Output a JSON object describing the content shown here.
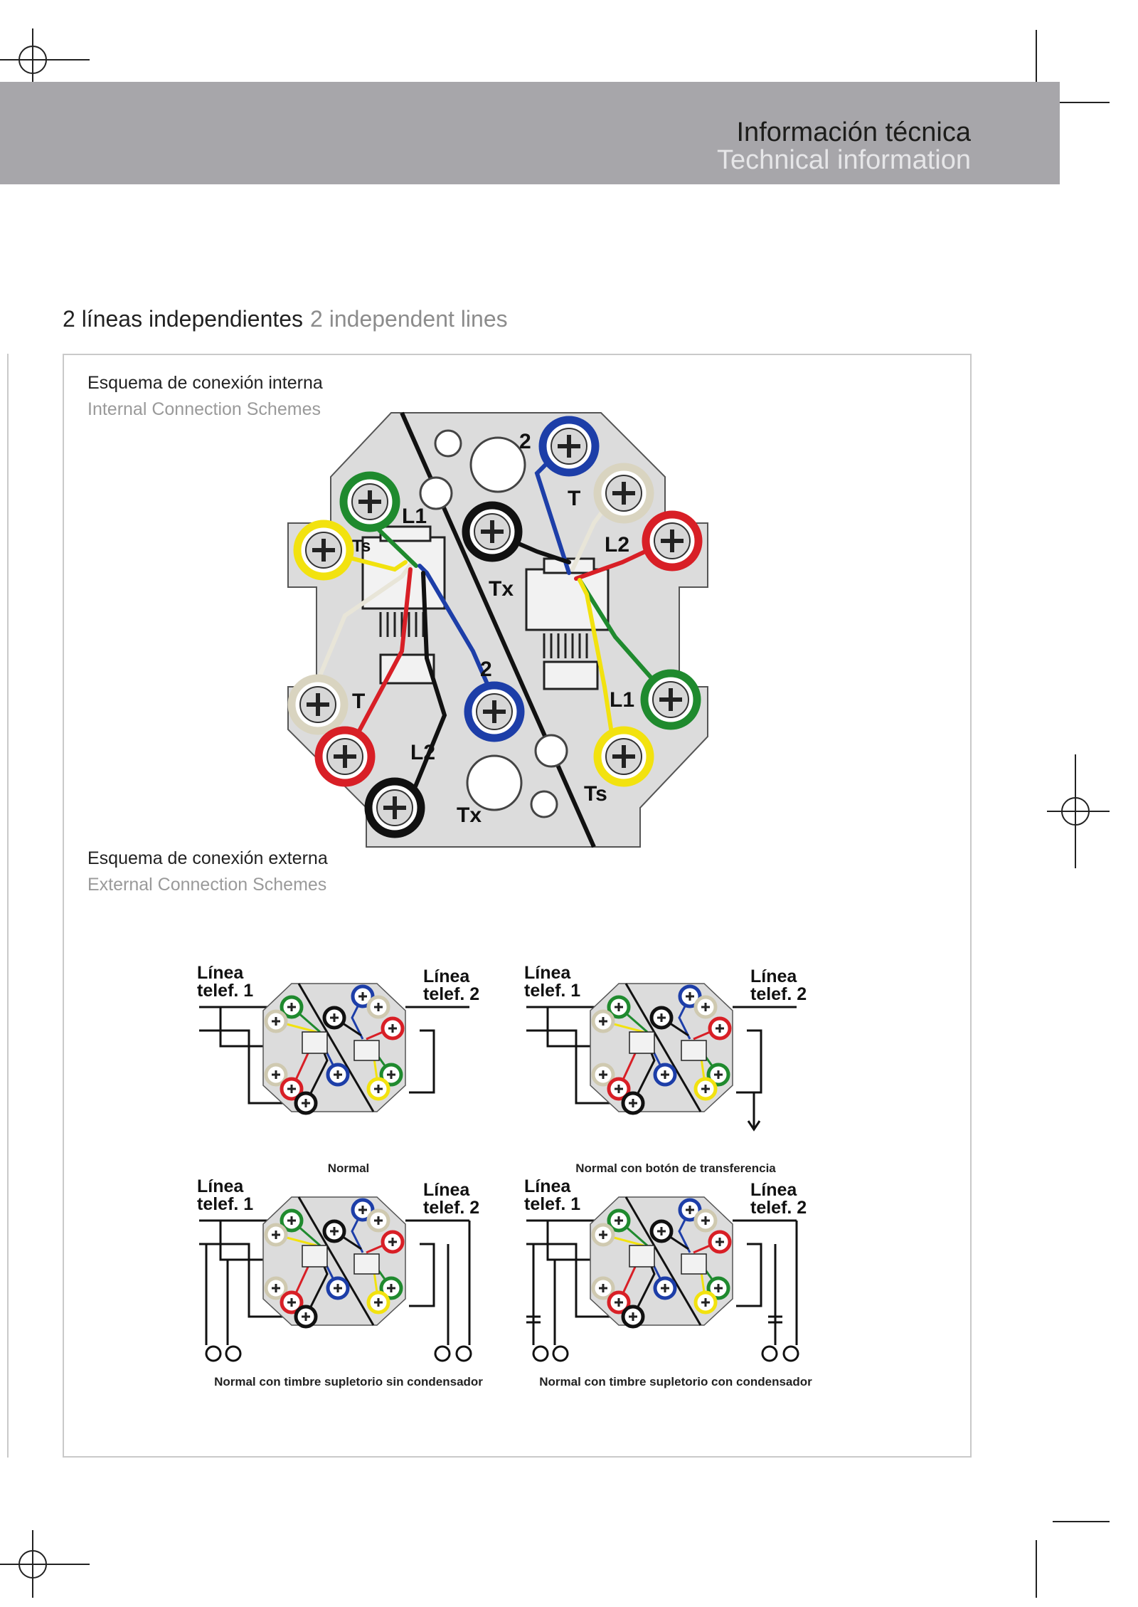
{
  "header": {
    "title_es": "Información técnica",
    "title_en": "Technical information"
  },
  "section": {
    "title_es": "2 líneas independientes",
    "title_en": "2 independent lines"
  },
  "internal": {
    "caption_es": "Esquema de conexión interna",
    "caption_en": "Internal Connection Schemes",
    "labels": {
      "l1_top": "L1",
      "ts_left": "Ts",
      "t_left": "T",
      "l2_left": "L2",
      "tx_bottom": "Tx",
      "two_center": "2",
      "two_top": "2",
      "t_top": "T",
      "l2_right": "L2",
      "tx_center": "Tx",
      "l1_right": "L1",
      "ts_right": "Ts"
    }
  },
  "external": {
    "caption_es": "Esquema de conexión externa",
    "caption_en": "External Connection Schemes",
    "line1": "Línea telef. 1",
    "line2": "Línea telef. 2",
    "line1_a": "Línea",
    "line1_b": "telef. 1",
    "line2_a": "Línea",
    "line2_b": "telef. 2",
    "schemes": [
      {
        "caption": "Normal"
      },
      {
        "caption": "Normal con botón de transferencia"
      },
      {
        "caption": "Normal con timbre supletorio sin condensador"
      },
      {
        "caption": "Normal con timbre supletorio con condensador"
      }
    ]
  },
  "colors": {
    "band": "#a7a6aa",
    "green": "#1f8a2e",
    "yellow": "#f2e20f",
    "red": "#d81f26",
    "blue": "#1d3ea8",
    "black": "#111111",
    "white_wire": "#e8e5d8",
    "plate": "#dcdcdc"
  }
}
